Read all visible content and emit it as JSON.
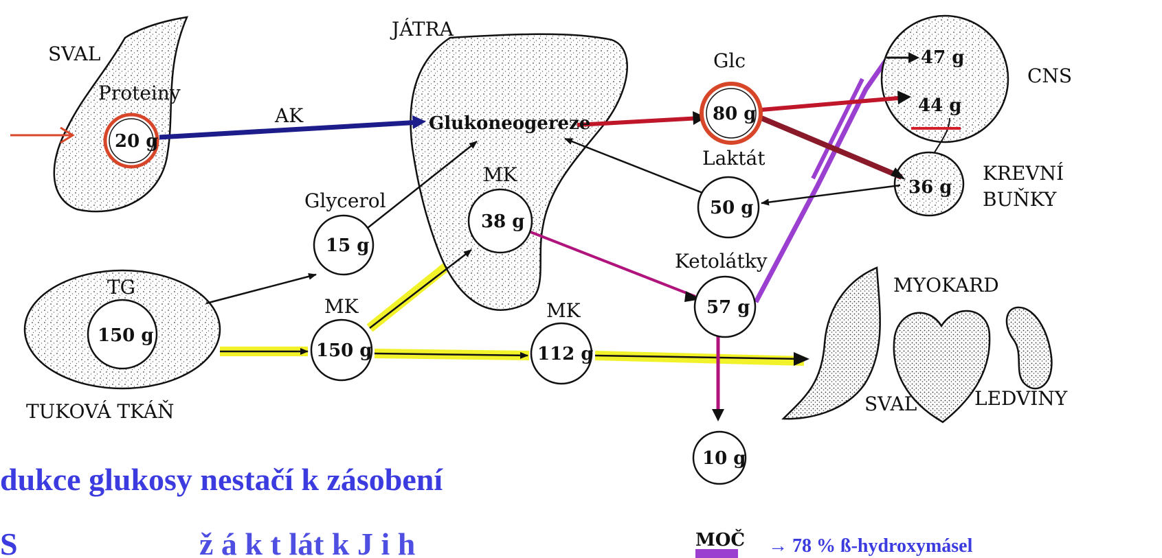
{
  "labels": {
    "sval_top": "SVAL",
    "proteiny": "Proteiny",
    "ak": "AK",
    "jatra": "JÁTRA",
    "glukoneogeneze": "Glukoneogereze",
    "glc": "Glc",
    "cns": "CNS",
    "laktat": "Laktát",
    "krevni": "KREVNÍ",
    "bunky": "BUŇKY",
    "glycerol": "Glycerol",
    "mk_liver": "MK",
    "mk_lower": "MK",
    "mk_right": "MK",
    "tg": "TG",
    "ketolatky": "Ketolátky",
    "myokard": "MYOKARD",
    "sval_bottom": "SVAL",
    "ledviny": "LEDVINY",
    "tukova": "TUKOVÁ TKÁŇ",
    "moc": "MOČ"
  },
  "values": {
    "proteiny": "20 g",
    "glc": "80 g",
    "cns_a": "47 g",
    "cns_b": "44 g",
    "krevni": "36 g",
    "laktat": "50 g",
    "mk_liver": "38 g",
    "glycerol": "15 g",
    "tg": "150 g",
    "mk_lower": "150 g",
    "mk_right": "112 g",
    "ketolatky": "57 g",
    "moc": "10 g"
  },
  "bottom_text": {
    "line1": "dukce glukosy nestačí k zásobení",
    "line2": "S",
    "line2b": "ž  á  k t lát k  J i  h",
    "note": "→ 78 % ß-hydroxymásel"
  },
  "colors": {
    "blue_arrow": "#1c1c8a",
    "red_arrow": "#c0162a",
    "magenta": "#b0147c",
    "purple_line": "#9a3fd0",
    "yellow": "#f2f22a",
    "red_ring": "#d8462a",
    "text_blue": "#3b3be0"
  }
}
